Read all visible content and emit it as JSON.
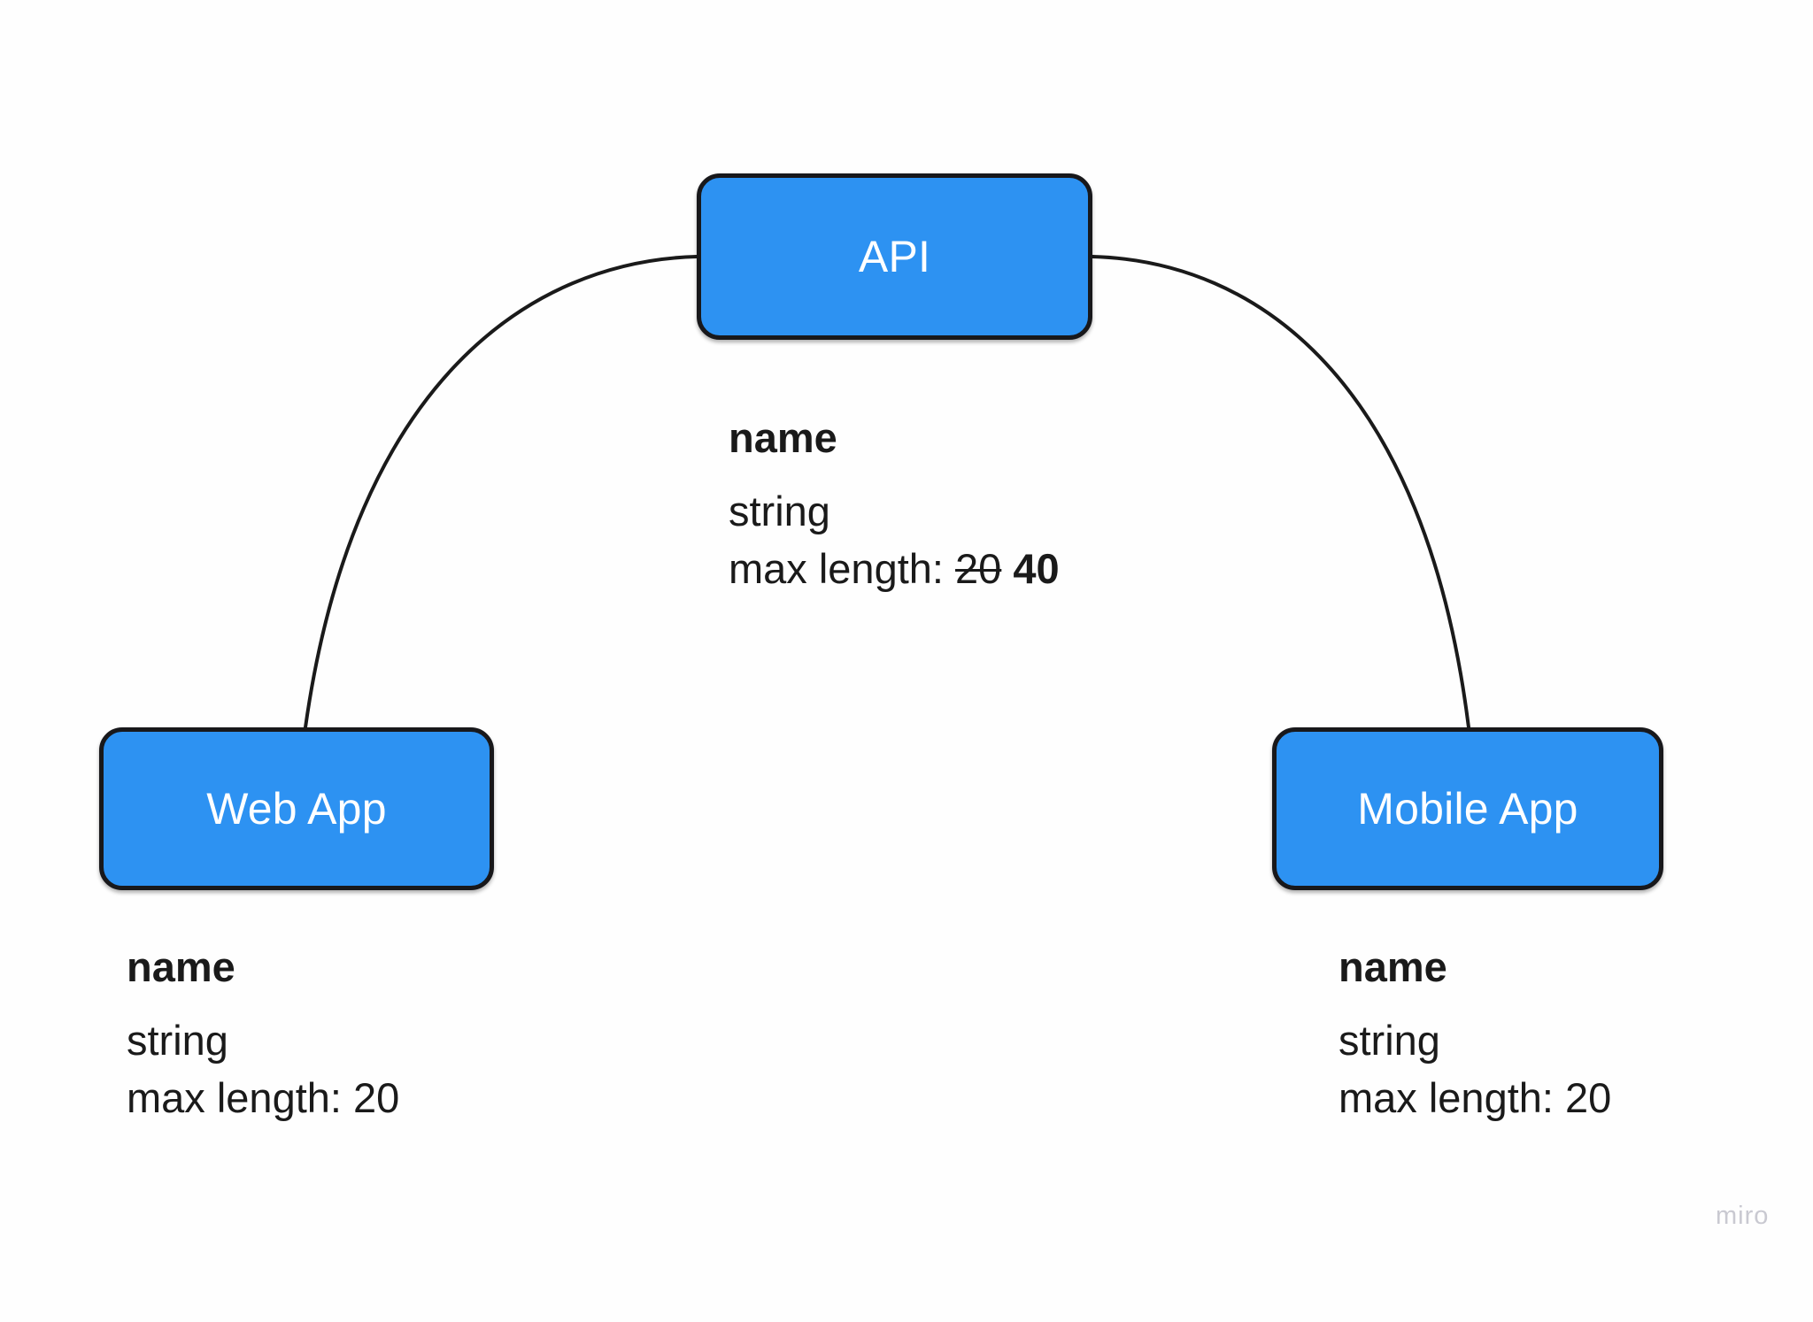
{
  "canvas": {
    "background_color": "#FEFEFE",
    "node_fill_color": "#2D92F2",
    "node_border_color": "#18181B",
    "text_color": "#1A1A1A"
  },
  "nodes": [
    {
      "id": "api",
      "label": "API"
    },
    {
      "id": "web",
      "label": "Web App"
    },
    {
      "id": "mobile",
      "label": "Mobile App"
    }
  ],
  "connectors": [
    {
      "id": "api-to-web",
      "from": "api",
      "to": "web"
    },
    {
      "id": "api-to-mobile",
      "from": "api",
      "to": "mobile"
    }
  ],
  "annotations": {
    "api": {
      "field_name": "name",
      "field_type": "string",
      "constraint_label": "max length:",
      "constraint_old_value": "20",
      "constraint_new_value": "40"
    },
    "web": {
      "field_name": "name",
      "field_type": "string",
      "constraint_label": "max length:",
      "constraint_value": "20"
    },
    "mobile": {
      "field_name": "name",
      "field_type": "string",
      "constraint_label": "max length:",
      "constraint_value": "20"
    }
  },
  "watermark": {
    "text": "miro"
  }
}
